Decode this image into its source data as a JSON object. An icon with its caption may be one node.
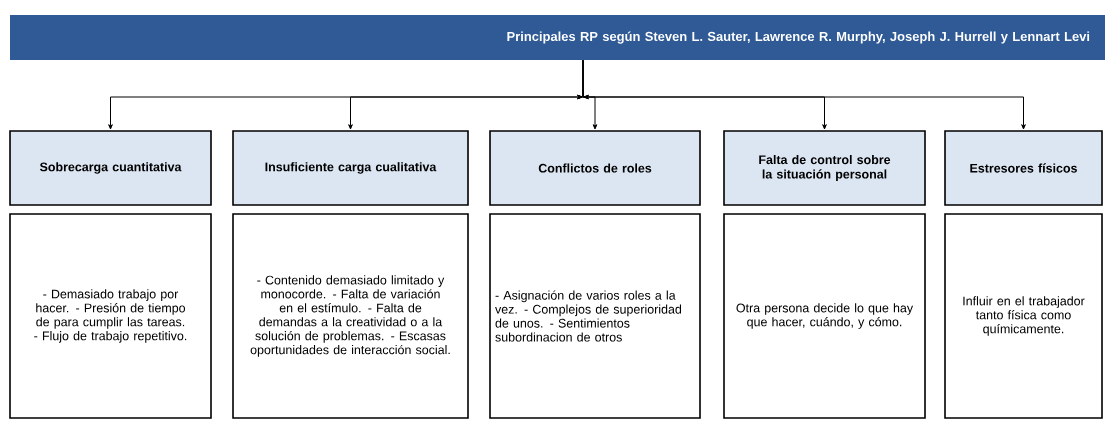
{
  "diagram": {
    "nodes": [
      {
        "text": [
          "Principales RP según Steven L. Sauter, Lawrence R. Murphy, Joseph J. Hurrell y Lennart Levi"
        ]
      },
      {
        "text": [
          "Sobrecarga cuantitativa"
        ]
      },
      {
        "text": [
          "Insuficiente carga cualitativa"
        ]
      },
      {
        "text": [
          "Conflictos de roles"
        ]
      },
      {
        "text": [
          "Falta de control sobre la situación personal"
        ]
      },
      {
        "text": [
          "Estresores físicos"
        ]
      },
      {
        "text": [
          "- Demasiado trabajo por hacer. - Presión de tiempo de para cumplir las tareas. - Flujo de trabajo repetitivo."
        ]
      },
      {
        "text": [
          "- Contenido demasiado limitado y monocorde. - Falta de variación en el estímulo. - Falta de demandas a la creatividad o a la solución de problemas. - Escasas oportunidades de interacción social."
        ]
      },
      {
        "text": [
          "- Asignación de varios roles a la vez. - Complejos de superioridad de unos. - Sentimientos subordinacion de otros"
        ]
      },
      {
        "text": [
          "Otra persona decide lo que hay que hacer, cuándo, y cómo."
        ]
      },
      {
        "text": [
          "Influir en el trabajador tanto física como químicamente."
        ]
      }
    ],
    "edges": [
      {
        "from": 0,
        "to": 1,
        "arrow": "to"
      },
      {
        "from": 0,
        "to": 2,
        "arrow": "to"
      },
      {
        "from": 0,
        "to": 3,
        "arrow": "to"
      },
      {
        "from": 0,
        "to": 4,
        "arrow": "to"
      },
      {
        "from": 0,
        "to": 5,
        "arrow": "to"
      }
    ]
  }
}
